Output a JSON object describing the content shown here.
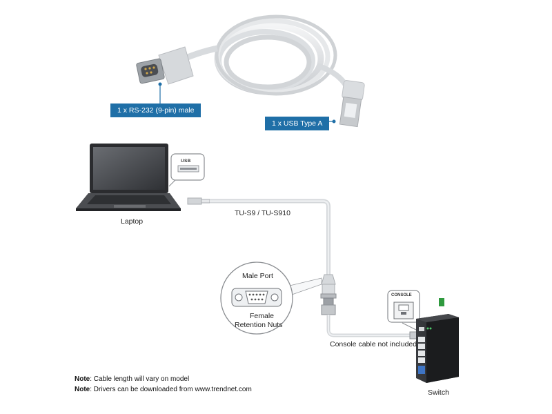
{
  "product": {
    "rs232_label": "1 x RS-232 (9-pin) male",
    "usb_label": "1 x USB Type A"
  },
  "diagram": {
    "laptop_label": "Laptop",
    "usb_port_label": "USB",
    "cable_label": "TU-S9 / TU-S910",
    "male_port_label": "Male Port",
    "female_nuts_label_line1": "Female",
    "female_nuts_label_line2": "Retention Nuts",
    "console_port_label": "CONSOLE",
    "console_cable_label": "Console cable not included",
    "switch_label": "Switch"
  },
  "notes": [
    {
      "prefix": "Note",
      "text": ": Cable length will vary on model"
    },
    {
      "prefix": "Note",
      "text": ": Drivers can be downloaded from www.trendnet.com"
    }
  ],
  "colors": {
    "label_blue": "#1f6fa7",
    "cable_gray": "#d9dcdf",
    "switch_body": "#2b2d30"
  }
}
